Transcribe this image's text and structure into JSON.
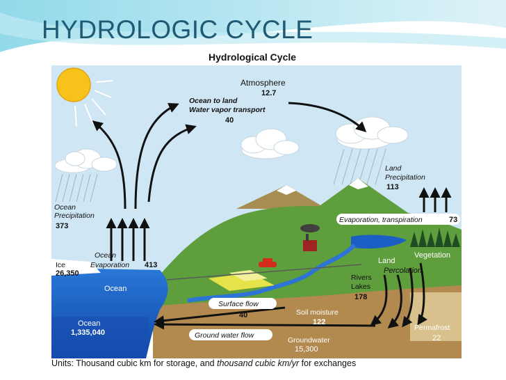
{
  "slide": {
    "title": "HYDROLOGIC CYCLE"
  },
  "diagram": {
    "title": "Hydrological Cycle",
    "atmosphere": {
      "label": "Atmosphere",
      "value": "12.7"
    },
    "vapor_transport": {
      "line1": "Ocean to land",
      "line2": "Water vapor transport",
      "value": "40"
    },
    "land_precipitation": {
      "line1": "Land",
      "line2": "Precipitation",
      "value": "113"
    },
    "ocean_precipitation": {
      "line1": "Ocean",
      "line2": "Precipitation",
      "value": "373"
    },
    "ocean_evaporation": {
      "line1": "Ocean",
      "line2": "Evaporation",
      "value": "413"
    },
    "evapotranspiration": {
      "label": "Evaporation, transpiration",
      "value": "73"
    },
    "ice": {
      "label": "Ice",
      "value": "26,350"
    },
    "ocean_label": "Ocean",
    "ocean_storage": {
      "label": "Ocean",
      "value": "1,335,040"
    },
    "land_label": "Land",
    "vegetation_label": "Vegetation",
    "percolation_label": "Percolation",
    "rivers_lakes": {
      "line1": "Rivers",
      "line2": "Lakes",
      "value": "178"
    },
    "surface_flow": {
      "label": "Surface flow",
      "value": "40"
    },
    "soil_moisture": {
      "label": "Soil moisture",
      "value": "122"
    },
    "permafrost": {
      "label": "Permafrost",
      "value": "22"
    },
    "groundwater_flow": {
      "label": "Ground water flow"
    },
    "groundwater": {
      "label": "Groundwater",
      "value": "15,300"
    },
    "units": {
      "part1": "Units: Thousand cubic km for storage, and ",
      "part2": "thousand cubic km/yr",
      "part3": " for exchanges"
    }
  },
  "colors": {
    "title": "#1f5a74",
    "sky": "#cfe6f5",
    "ocean": "#1c5fc4",
    "grass": "#5e9e3c",
    "soil": "#b28a4f",
    "sun": "#f7c21a"
  }
}
